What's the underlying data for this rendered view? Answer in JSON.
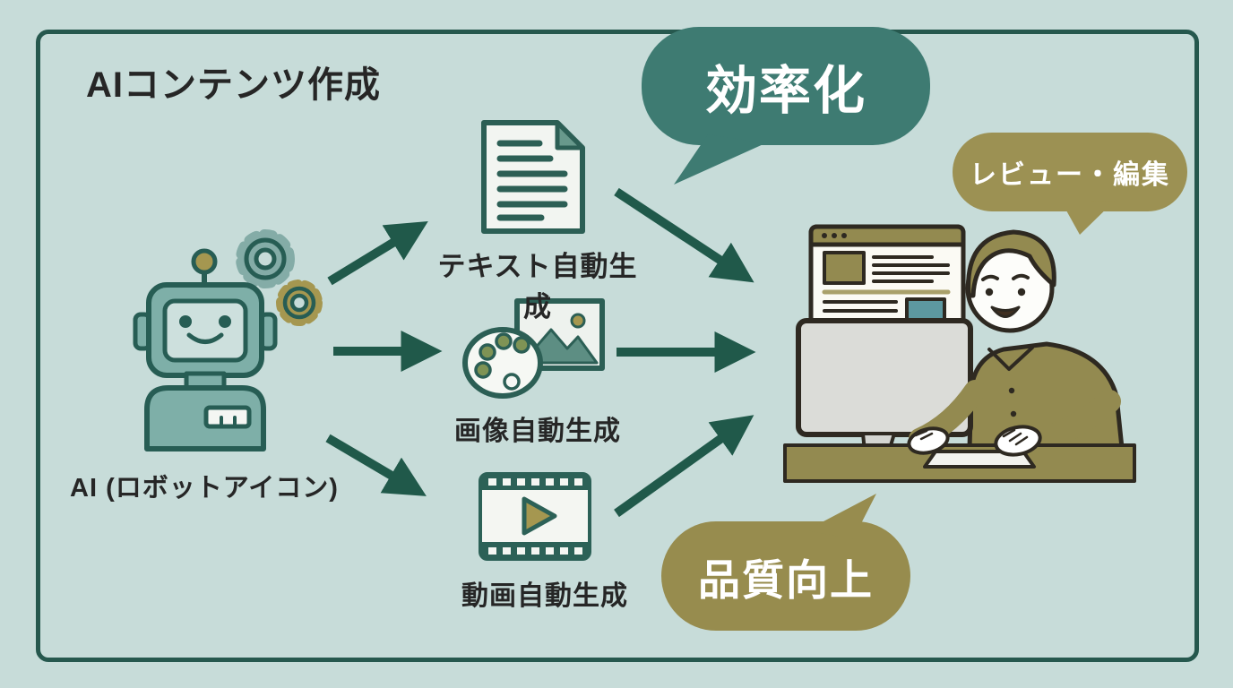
{
  "diagram": {
    "title": "AIコンテンツ作成",
    "source": {
      "label": "AI (ロボットアイコン)",
      "icon": "robot-icon"
    },
    "generators": [
      {
        "label": "テキスト自動生成",
        "icon": "document-icon"
      },
      {
        "label": "画像自動生成",
        "icon": "palette-image-icon"
      },
      {
        "label": "動画自動生成",
        "icon": "film-icon"
      }
    ],
    "bubbles": {
      "efficiency": {
        "label": "効率化",
        "color": "#3e7b72"
      },
      "review": {
        "label": "レビュー・編集",
        "color": "#9c9153"
      },
      "quality": {
        "label": "品質向上",
        "color": "#978c4e"
      }
    },
    "colors": {
      "background": "#c7dcd9",
      "frame": "#26584e",
      "arrow": "#20594a",
      "robot_teal": "#7eafa8",
      "accent_gold": "#a59750",
      "olive": "#938a50",
      "dark_outline": "#2e2921",
      "text": "#2c2c2c"
    }
  }
}
